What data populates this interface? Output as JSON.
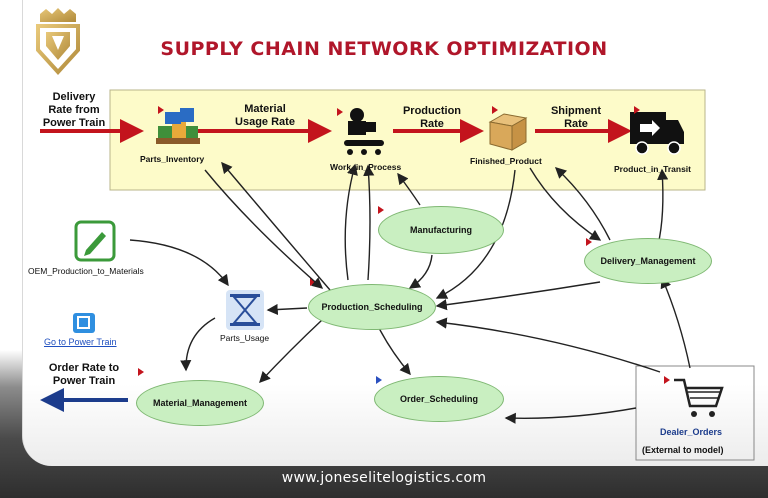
{
  "title": "SUPPLY CHAIN NETWORK OPTIMIZATION",
  "footer": "www.joneselitelogistics.com",
  "colors": {
    "title": "#b0162a",
    "stock_box": "#fdfbc9",
    "arrow_red": "#c3141d",
    "arrow_blue": "#1c3c8c",
    "node_green": "#c9efc1",
    "link_blue": "#1f4fbf"
  },
  "flows": {
    "delivery_rate": "Delivery\nRate from\nPower Train",
    "material_usage_rate": "Material\nUsage Rate",
    "production_rate": "Production\nRate",
    "shipment_rate": "Shipment\nRate",
    "order_rate": "Order Rate to\nPower Train"
  },
  "stocks": {
    "parts_inventory": "Parts_Inventory",
    "work_in_process": "Work_in_Process",
    "finished_product": "Finished_Product",
    "product_in_transit": "Product_in_Transit"
  },
  "modules": {
    "manufacturing": "Manufacturing",
    "delivery_management": "Delivery_Management",
    "production_scheduling": "Production_Scheduling",
    "material_management": "Material_Management",
    "order_scheduling": "Order_Scheduling"
  },
  "other": {
    "oem": "OEM_Production_to_Materials",
    "parts_usage": "Parts_Usage",
    "go_to": "Go to Power Train",
    "dealer_orders": "Dealer_Orders",
    "external": "(External to model)"
  },
  "icons": [
    "logo-crest-icon",
    "pallet-boxes-icon",
    "worker-conveyor-icon",
    "cardboard-box-icon",
    "delivery-truck-icon",
    "document-pen-icon",
    "hourglass-icon",
    "link-square-icon",
    "shopping-cart-icon"
  ]
}
